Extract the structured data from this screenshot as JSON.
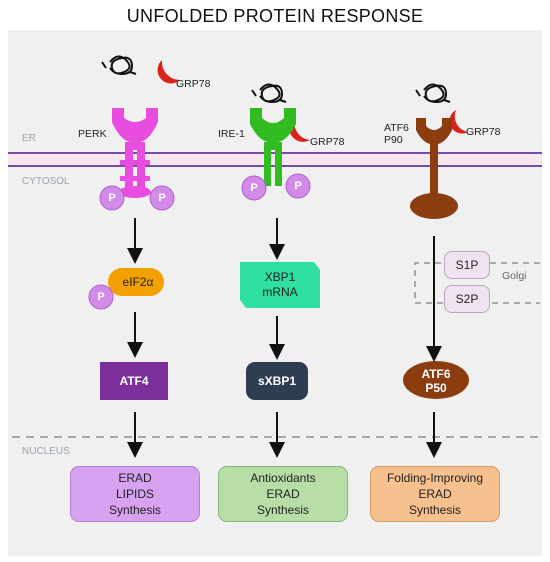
{
  "title": "UNFOLDED PROTEIN RESPONSE",
  "zones": {
    "er": "ER",
    "cytosol": "CYTOSOL",
    "nucleus": "NUCLEUS"
  },
  "golgi": {
    "label": "Golgi",
    "s1p": "S1P",
    "s2p": "S2P"
  },
  "phospho": "P",
  "pathways": {
    "perk": {
      "receptor": "PERK",
      "chaperone": "GRP78",
      "intermediate": "eIF2α",
      "factor": "ATF4",
      "outcome": "ERAD\nLIPIDS\nSynthesis"
    },
    "ire1": {
      "receptor": "IRE-1",
      "chaperone": "GRP78",
      "intermediate": "XBP1\nmRNA",
      "factor": "sXBP1",
      "outcome": "Antioxidants\nERAD\nSynthesis"
    },
    "atf6": {
      "receptor": "ATF6\nP90",
      "chaperone": "GRP78",
      "factor": "ATF6\nP50",
      "outcome": "Folding-Improving\nERAD\nSynthesis"
    }
  },
  "colors": {
    "background_panel": "#f0f0f0",
    "membrane": "#7b4aa6",
    "perk": "#e84de0",
    "ire1": "#33bb22",
    "atf6": "#8b3d10",
    "grp78": "#d9241a",
    "phospho": "#d28ce8",
    "eif2a": "#f2a100",
    "xbp1_mrna": "#2fe0a0",
    "atf4": "#7b2f9b",
    "sxbp1": "#2e3d52",
    "atf6_p50": "#8b3d10",
    "out_perk": "#d7a2ef",
    "out_ire1": "#b7dea6",
    "out_atf6": "#f6c08f"
  }
}
